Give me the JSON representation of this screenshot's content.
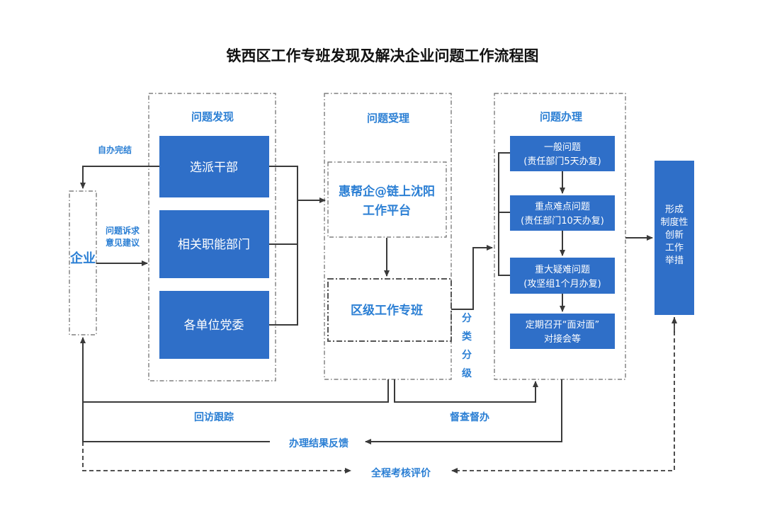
{
  "title": "铁西区工作专班发现及解决企业问题工作流程图",
  "colors": {
    "box_fill": "#2f6fc8",
    "accent_text": "#2b7fd4",
    "line": "#3a3a3a"
  },
  "enterprise": {
    "label": "企业"
  },
  "edge_labels": {
    "self_complete": "自办完结",
    "demands_line1": "问题诉求",
    "demands_line2": "意见建议",
    "classify": [
      "分",
      "类",
      "分",
      "级"
    ],
    "revisit": "回访跟踪",
    "supervise": "督查督办",
    "feedback": "办理结果反馈",
    "evaluation": "全程考核评价"
  },
  "discovery": {
    "title": "问题发现",
    "boxes": [
      "选派干部",
      "相关职能部门",
      "各单位党委"
    ]
  },
  "acceptance": {
    "title": "问题受理",
    "platform_line1": "惠帮企@链上沈阳",
    "platform_line2": "工作平台",
    "task_force": "区级工作专班"
  },
  "handling": {
    "title": "问题办理",
    "boxes": [
      {
        "line1": "一般问题",
        "line2": "(责任部门5天办复)"
      },
      {
        "line1": "重点难点问题",
        "line2": "(责任部门10天办复)"
      },
      {
        "line1": "重大疑难问题",
        "line2": "(攻坚组1个月办复)"
      },
      {
        "line1": "定期召开“面对面”",
        "line2": "对接会等"
      }
    ]
  },
  "outcome": {
    "lines": [
      "形成",
      "制度性",
      "创新",
      "工作",
      "举措"
    ]
  }
}
